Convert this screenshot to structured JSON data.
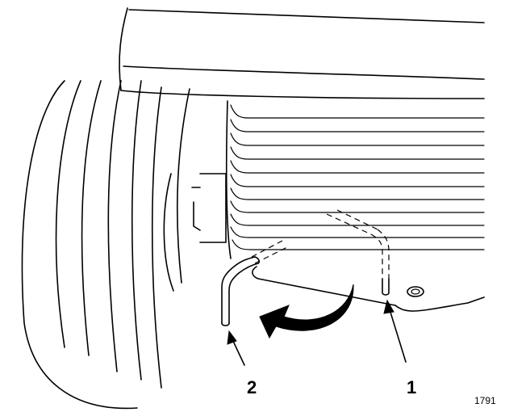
{
  "callouts": {
    "one": "1",
    "two": "2"
  },
  "figure_number": "1791",
  "colors": {
    "ink": "#000000",
    "paper": "#ffffff"
  }
}
